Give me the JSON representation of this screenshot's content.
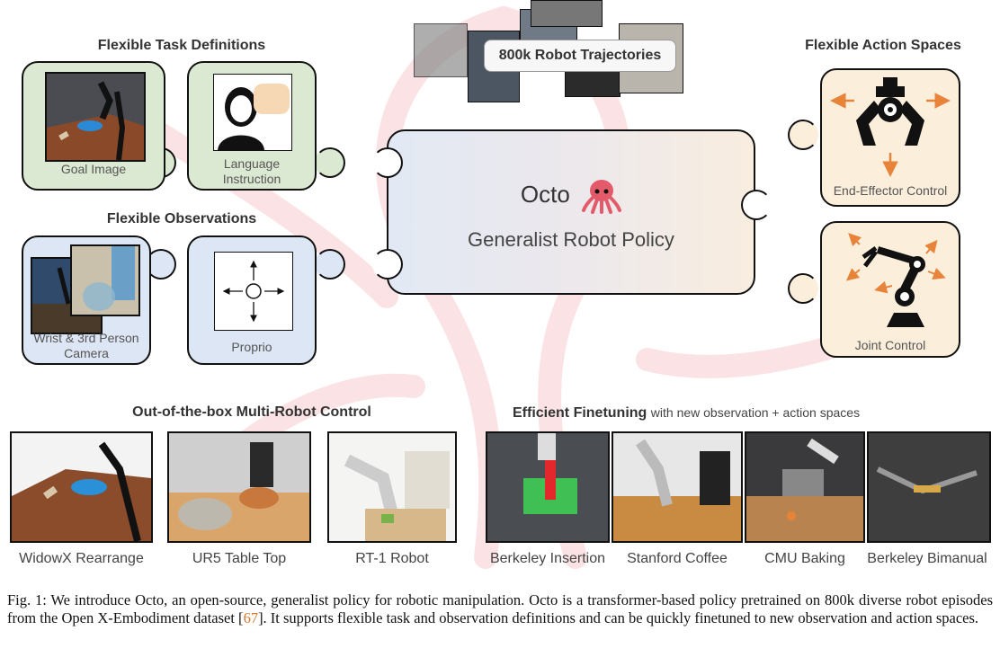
{
  "sections": {
    "task": "Flexible Task Definitions",
    "observations": "Flexible Observations",
    "action": "Flexible Action Spaces",
    "multi_robot": "Out-of-the-box Multi-Robot Control",
    "finetune_bold": "Efficient Finetuning",
    "finetune_rest": "with new observation + action spaces"
  },
  "cards": {
    "goal_image": "Goal Image",
    "language_line1": "Language",
    "language_line2": "Instruction",
    "wrist_line1": "Wrist & 3rd Person",
    "wrist_line2": "Camera",
    "proprio": "Proprio",
    "end_effector": "End-Effector Control",
    "joint": "Joint Control"
  },
  "center": {
    "name": "Octo",
    "subtitle": "Generalist Robot Policy",
    "trajectories": "800k Robot Trajectories"
  },
  "robots": [
    "WidowX Rearrange",
    "UR5 Table Top",
    "RT-1 Robot"
  ],
  "finetune_tasks": [
    "Berkeley Insertion",
    "Stanford Coffee",
    "CMU Baking",
    "Berkeley Bimanual"
  ],
  "caption": {
    "prefix": "Fig. 1: We introduce Octo, an open-source, generalist policy for robotic manipulation. Octo is a transformer-based policy pretrained on 800k diverse robot episodes from the Open X-Embodiment dataset [",
    "ref": "67",
    "suffix": "]. It supports flexible task and observation definitions and can be quickly finetuned to new observation and action spaces."
  },
  "colors": {
    "accent_orange": "#e8843a",
    "green_card": "#dbe9d3",
    "blue_card": "#dde6f4",
    "peach_card": "#fbeedb",
    "ref_orange": "#d9772b"
  }
}
